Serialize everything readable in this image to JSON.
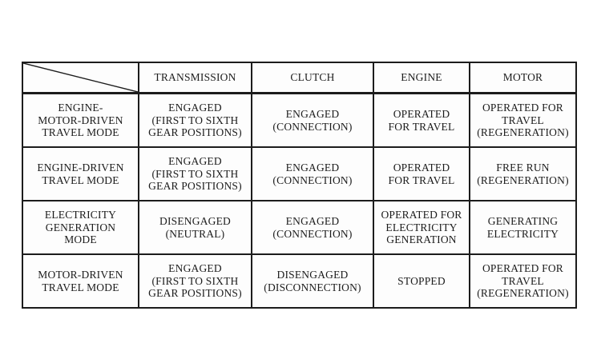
{
  "document": {
    "kind": "patent-figure-table",
    "background_color": "#ffffff",
    "ink_color": "#1c1c1c"
  },
  "table": {
    "columns": [
      "",
      "TRANSMISSION",
      "CLUTCH",
      "ENGINE",
      "MOTOR"
    ],
    "rows": [
      {
        "cells": [
          "ENGINE-\nMOTOR-DRIVEN\nTRAVEL MODE",
          "ENGAGED\n(FIRST TO SIXTH\nGEAR POSITIONS)",
          "ENGAGED\n(CONNECTION)",
          "OPERATED\nFOR TRAVEL",
          "OPERATED FOR\nTRAVEL\n(REGENERATION)"
        ]
      },
      {
        "cells": [
          "ENGINE-DRIVEN\nTRAVEL MODE",
          "ENGAGED\n(FIRST TO SIXTH\nGEAR POSITIONS)",
          "ENGAGED\n(CONNECTION)",
          "OPERATED\nFOR TRAVEL",
          "FREE RUN\n(REGENERATION)"
        ]
      },
      {
        "cells": [
          "ELECTRICITY\nGENERATION\nMODE",
          "DISENGAGED\n(NEUTRAL)",
          "ENGAGED\n(CONNECTION)",
          "OPERATED FOR\nELECTRICITY\nGENERATION",
          "GENERATING\nELECTRICITY"
        ]
      },
      {
        "cells": [
          "MOTOR-DRIVEN\nTRAVEL MODE",
          "ENGAGED\n(FIRST TO SIXTH\nGEAR POSITIONS)",
          "DISENGAGED\n(DISCONNECTION)",
          "STOPPED",
          "OPERATED FOR\nTRAVEL\n(REGENERATION)"
        ]
      }
    ]
  }
}
